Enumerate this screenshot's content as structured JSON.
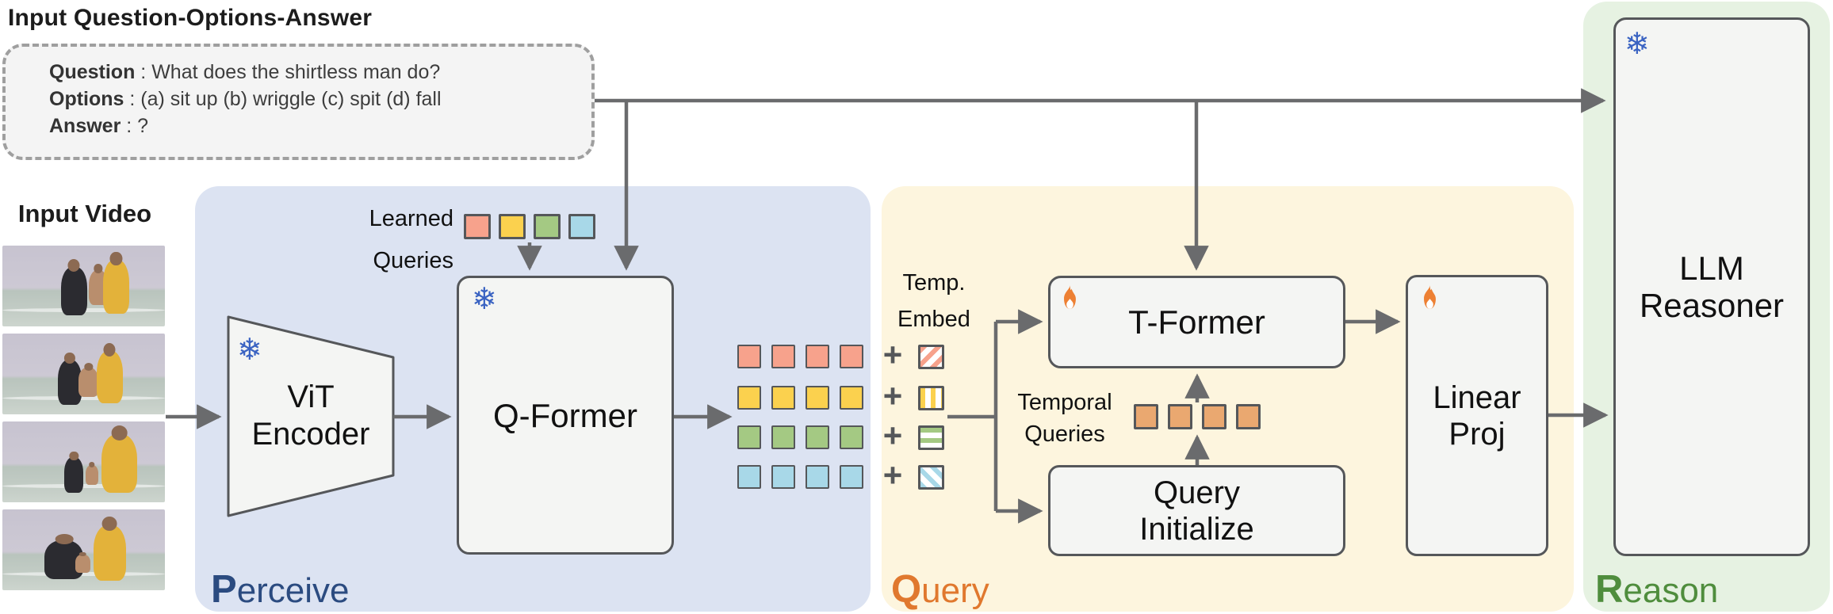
{
  "title": "Input Question-Options-Answer",
  "qa_box": {
    "sep": " : ",
    "lines": [
      {
        "label": "Question",
        "text": "What does the shirtless man do?"
      },
      {
        "label": "Options",
        "text": "(a) sit up (b) wriggle (c) spit (d) fall"
      },
      {
        "label": "Answer",
        "text": "?"
      }
    ]
  },
  "input_video": {
    "label": "Input Video",
    "frame_count": 4
  },
  "sections": {
    "perceive": {
      "initial": "P",
      "rest": "erceive",
      "panel_color": "#dce3f2",
      "accent": "#2b4b80"
    },
    "query": {
      "initial": "Q",
      "rest": "uery",
      "panel_color": "#fdf5de",
      "accent": "#e0782e"
    },
    "reason": {
      "initial": "R",
      "rest": "eason",
      "panel_color": "#e6f2e2",
      "accent": "#4f8d3d"
    }
  },
  "blocks": {
    "vit": {
      "line1": "ViT",
      "line2": "Encoder",
      "state": "frozen"
    },
    "qformer": {
      "label": "Q-Former",
      "state": "frozen"
    },
    "tformer": {
      "label": "T-Former",
      "state": "trainable"
    },
    "query_init": {
      "line1": "Query",
      "line2": "Initialize"
    },
    "linear_proj": {
      "line1": "Linear",
      "line2": "Proj",
      "state": "trainable"
    },
    "llm": {
      "line1": "LLM",
      "line2": "Reasoner",
      "state": "frozen"
    }
  },
  "learned_queries": {
    "line1": "Learned",
    "line2": "Queries",
    "colors": [
      "#f7a28c",
      "#fbd14e",
      "#a4c983",
      "#a8d8e8"
    ]
  },
  "token_grid": {
    "rows": 4,
    "cols": 4,
    "row_colors": [
      "#f7a28c",
      "#fbd14e",
      "#a4c983",
      "#a8d8e8"
    ]
  },
  "plus_sign": "+",
  "temp_embed": {
    "line1": "Temp.",
    "line2": "Embed",
    "patterns": [
      "diagonal-up",
      "vertical",
      "horizontal",
      "diagonal-down"
    ],
    "stripe_colors": [
      "#f7a28c",
      "#fbd14e",
      "#a4c983",
      "#a8d8e8"
    ]
  },
  "temporal_queries": {
    "line1": "Temporal",
    "line2": "Queries",
    "count": 4,
    "color": "#eaa870"
  },
  "icons": {
    "frozen_glyph": "❄",
    "frozen_name": "snowflake-icon",
    "frozen_color": "#3a63c2",
    "trainable_name": "fire-icon",
    "flame_color": "#ed8033"
  },
  "wire_color": "#6a6b6d",
  "box_border_color": "#55575a"
}
